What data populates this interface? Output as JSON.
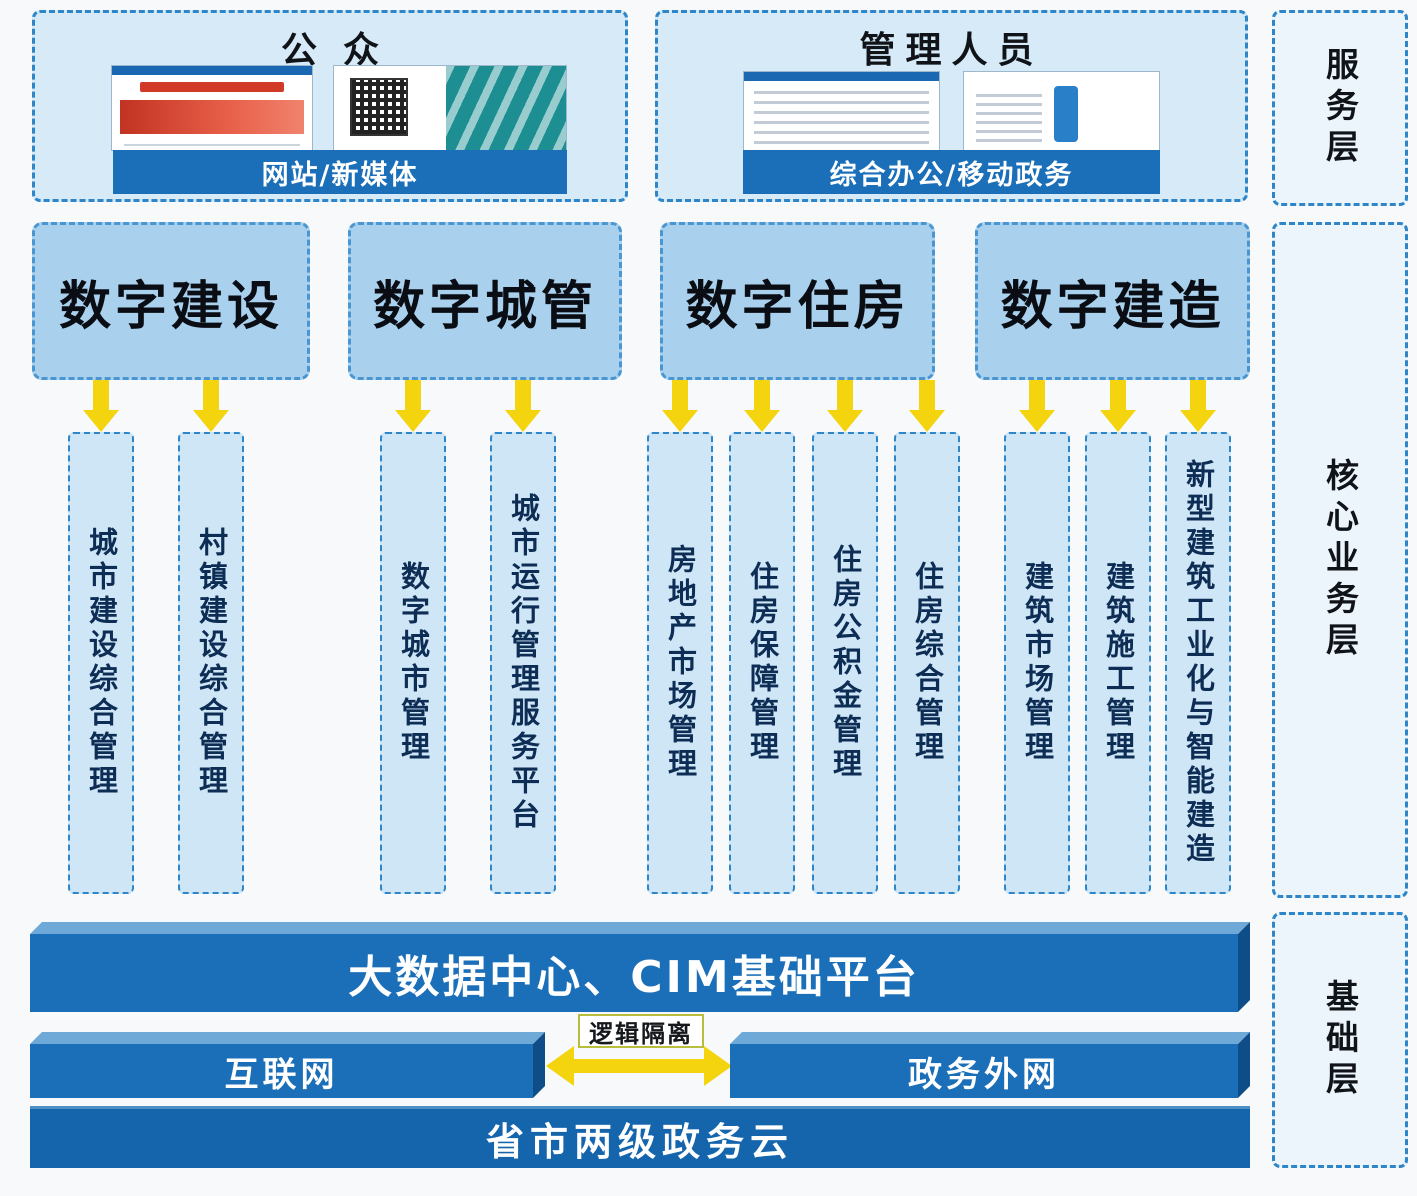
{
  "layers": {
    "service": "服务层",
    "core": "核心业务层",
    "base": "基础层"
  },
  "top_groups": [
    {
      "title": "公众",
      "bar": "网站/新媒体"
    },
    {
      "title": "管理人员",
      "bar": "综合办公/移动政务"
    }
  ],
  "domains": [
    {
      "title": "数字建设",
      "modules": [
        "城市建设综合管理",
        "村镇建设综合管理"
      ]
    },
    {
      "title": "数字城管",
      "modules": [
        "数字城市管理",
        "城市运行管理服务平台"
      ]
    },
    {
      "title": "数字住房",
      "modules": [
        "房地产市场管理",
        "住房保障管理",
        "住房公积金管理",
        "住房综合管理"
      ]
    },
    {
      "title": "数字建造",
      "modules": [
        "建筑市场管理",
        "建筑施工管理",
        "新型建筑工业化与智能建造"
      ]
    }
  ],
  "foundation": {
    "platform": "大数据中心、CIM基础平台",
    "internet": "互联网",
    "gov_network": "政务外网",
    "isolation": "逻辑隔离",
    "cloud": "省市两级政务云"
  },
  "colors": {
    "accent_blue": "#1b6fb8",
    "bar_top": "#6fa9d8",
    "bar_side": "#0e4d88",
    "cloud_blue": "#1565ad",
    "domain_fill": "#a9d1ee",
    "light_fill": "#d6eaf8",
    "module_fill": "#cfe6f7",
    "layer_fill": "#edf5fc",
    "dashed_border": "#2e86c8",
    "domain_border": "#4a96d0",
    "arrow_yellow": "#f3d40e",
    "text_dark": "#0d2d55"
  }
}
